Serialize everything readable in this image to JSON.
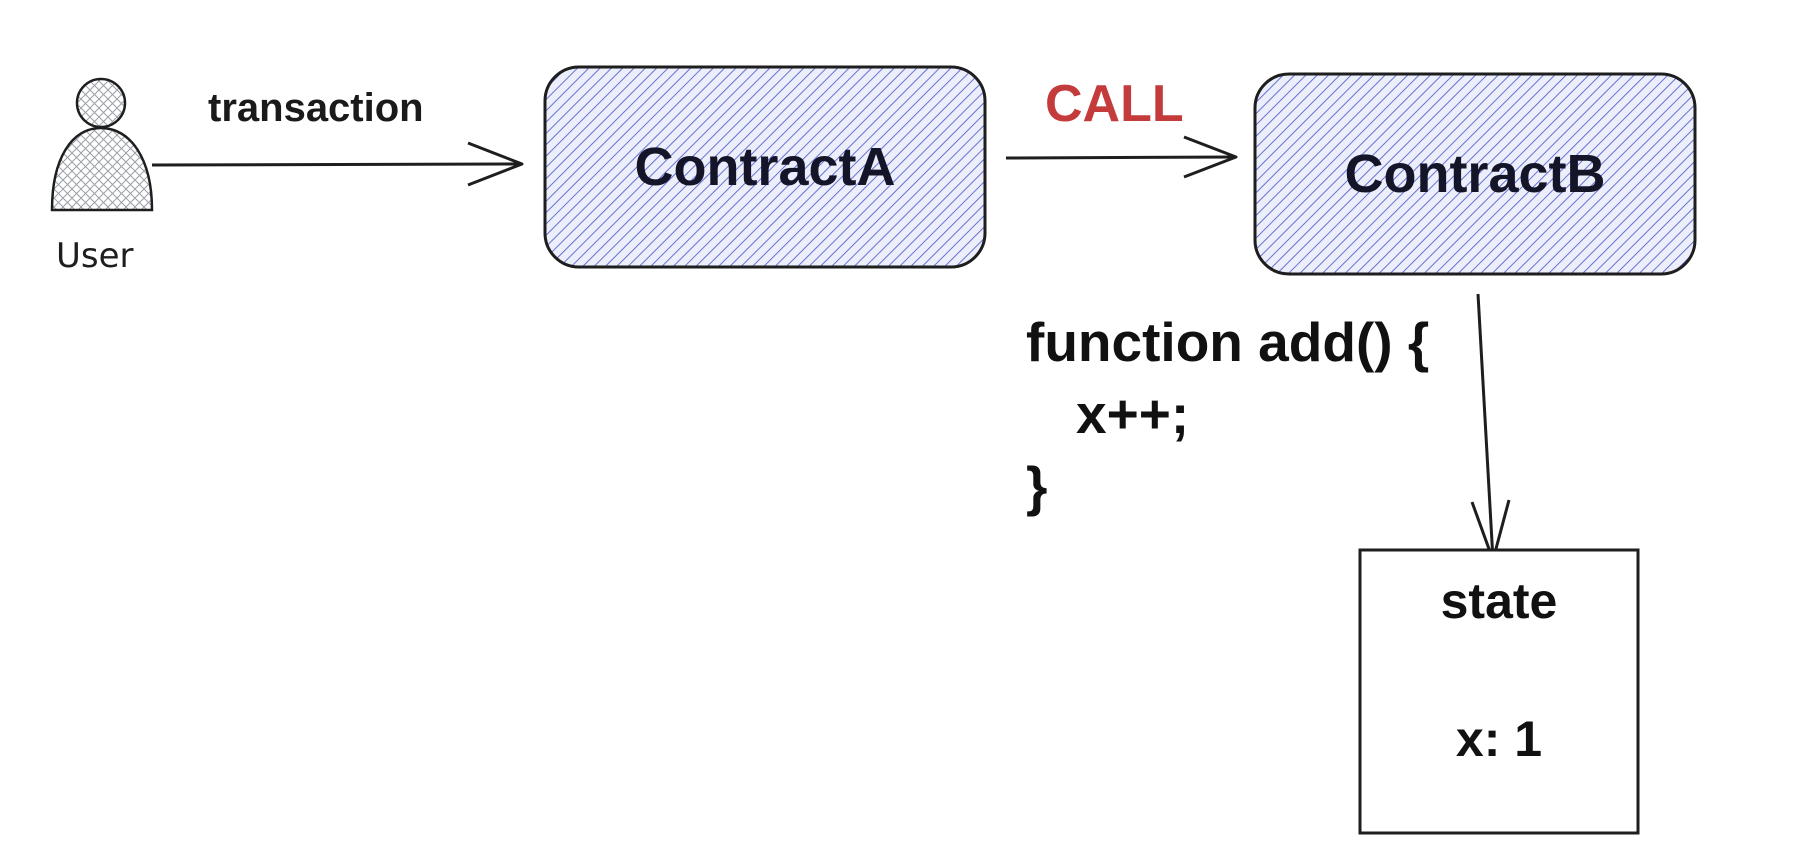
{
  "user": {
    "label": "User"
  },
  "edges": {
    "transaction": {
      "label": "transaction"
    },
    "call": {
      "label": "CALL"
    }
  },
  "contract_a": {
    "label": "ContractA"
  },
  "contract_b": {
    "label": "ContractB"
  },
  "code": {
    "line1": "function add() {",
    "line2": "x++;",
    "line3": "}"
  },
  "state": {
    "title": "state",
    "value": "x: 1"
  },
  "colors": {
    "box_fill": "#e5e8fb",
    "box_hatch": "#5566cc",
    "call_label": "#c43b3b",
    "stroke": "#1e1e1e"
  },
  "icons": {
    "user": "person-icon"
  }
}
